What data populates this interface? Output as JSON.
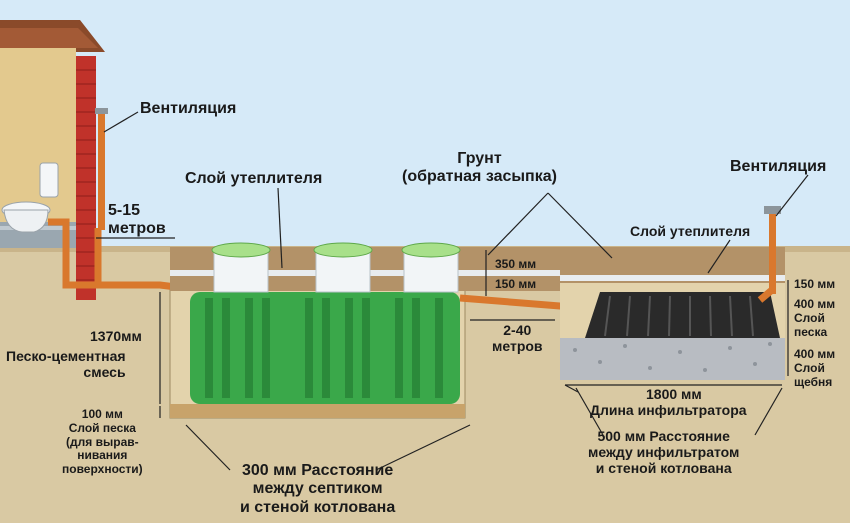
{
  "labels": {
    "ventilation_left": "Вентиляция",
    "ventilation_right": "Вентиляция",
    "distance_house": "5-15\nметров",
    "insulation_left": "Слой утеплителя",
    "soil": "Грунт\n(обратная засыпка)",
    "insulation_right": "Слой утеплителя",
    "dim_350": "350 мм",
    "dim_150_left": "150 мм",
    "dim_150_right": "150 мм",
    "dim_400_sand": "400 мм\nСлой\nпеска",
    "dim_400_gravel": "400 мм\nСлой\nщебня",
    "distance_tanks": "2-40\nметров",
    "dim_1370": "1370мм",
    "sand_cement": "Песко-цементная\nсмесь",
    "sand_layer": "100 мм\nСлой песка\n(для вырав-\nнивания\nповерхности)",
    "gap_septic": "300 мм Расстояние\nмежду септиком\nи стеной котлована",
    "dim_1800": "1800 мм",
    "infiltrator_length": "Длина инфильтратора",
    "gap_infiltrator": "500 мм Расстояние\nмежду инфильтратом\nи стеной котлована"
  },
  "colors": {
    "sky": "#d6eaf8",
    "soil": "#d9c9a3",
    "topsoil": "#b39268",
    "insulation": "#e8ecef",
    "tank_green": "#3aa84a",
    "lid_green": "#a8e08a",
    "pipe_orange": "#d9782d",
    "brick": "#c0322a",
    "house_wall": "#e3c98e",
    "roof": "#8a4a2a",
    "gravel": "#b8bcc2",
    "infiltrator": "#2a2a2a"
  }
}
